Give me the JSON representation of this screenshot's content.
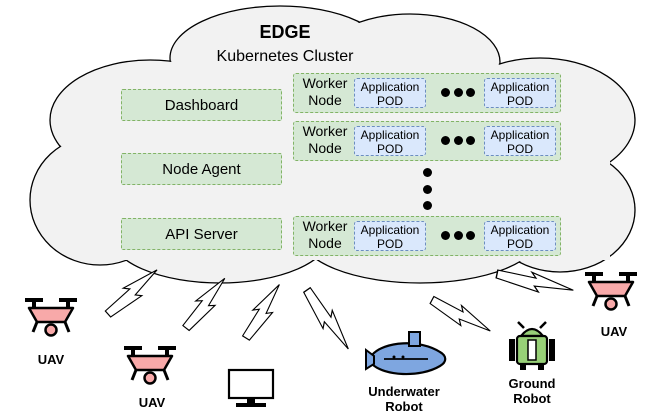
{
  "cloud": {
    "title": "EDGE",
    "subtitle": "Kubernetes Cluster",
    "fill": "#f2f2f2",
    "stroke": "#000000"
  },
  "components": [
    {
      "label": "Dashboard"
    },
    {
      "label": "Node Agent"
    },
    {
      "label": "API Server"
    }
  ],
  "worker_rows": [
    {
      "node_label": "Worker Node",
      "pod_left": "Application POD",
      "pod_right": "Application POD"
    },
    {
      "node_label": "Worker Node",
      "pod_left": "Application POD",
      "pod_right": "Application POD"
    },
    {
      "node_label": "Worker Node",
      "pod_left": "Application POD",
      "pod_right": "Application POD"
    }
  ],
  "devices": [
    {
      "label": "UAV",
      "icon": "drone-icon"
    },
    {
      "label": "UAV",
      "icon": "drone-icon"
    },
    {
      "label": "",
      "icon": "computer-monitor-icon"
    },
    {
      "label": "Underwater Robot",
      "icon": "submarine-icon"
    },
    {
      "label": "Ground Robot",
      "icon": "ground-robot-icon"
    },
    {
      "label": "UAV",
      "icon": "drone-icon"
    }
  ],
  "colors": {
    "component_fill": "#d5e8d4",
    "component_border": "#82b366",
    "pod_fill": "#dae8fc",
    "pod_border": "#6c8ebf",
    "uav_color": "#f8a9a9",
    "submarine_color": "#7ea6e0",
    "robot_color": "#97d077"
  }
}
